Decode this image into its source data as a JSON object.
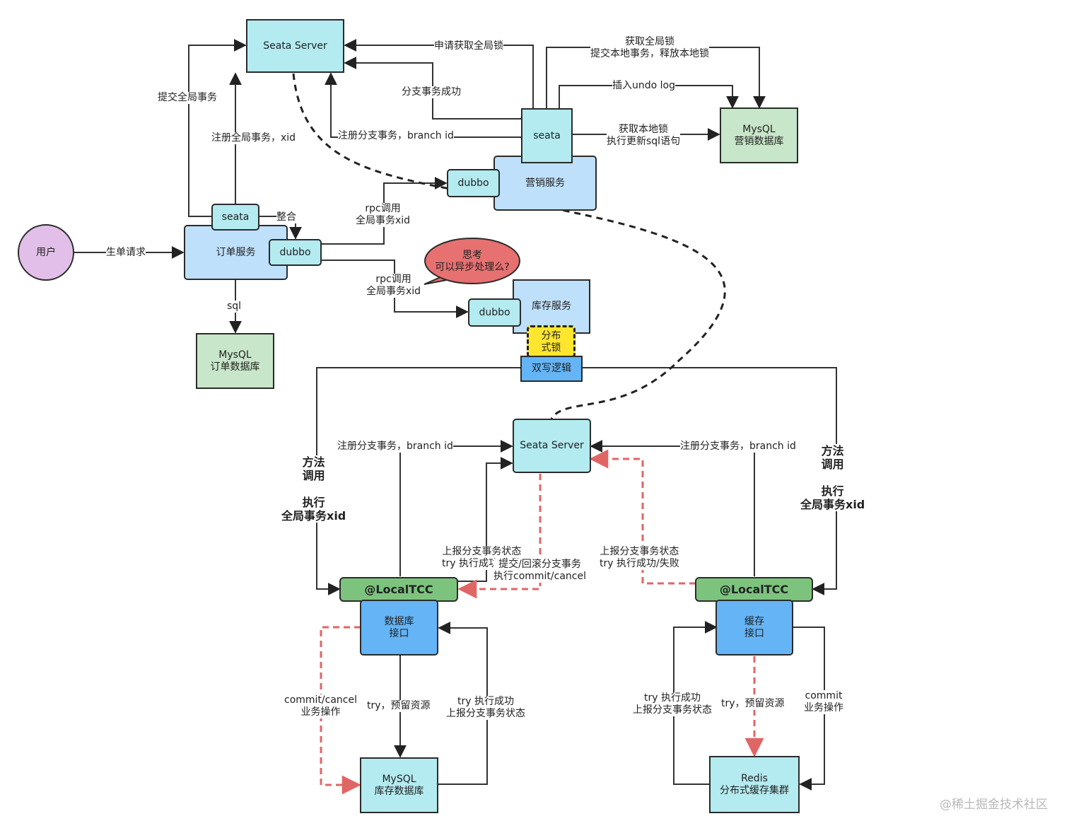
{
  "nodes": {
    "seata_server_top": "Seata Server",
    "seata_top_right": "seata",
    "mysql_marketing": "MysQL\n营销数据库",
    "marketing_service": "营销服务",
    "dubbo_marketing": "dubbo",
    "user": "用户",
    "order_service": "订单服务",
    "seata_order": "seata",
    "dubbo_order": "dubbo",
    "mysql_order": "MysQL\n订单数据库",
    "thinking_bubble": "思考\n可以异步处理么?",
    "inventory_service": "库存服务",
    "dubbo_inventory": "dubbo",
    "distributed_lock": "分布\n式锁",
    "double_write": "双写逻辑",
    "seata_server_bottom": "Seata Server",
    "localtcc_left": "@LocalTCC",
    "localtcc_right": "@LocalTCC",
    "db_interface": "数据库\n接口",
    "cache_interface": "缓存\n接口",
    "mysql_inventory": "MySQL\n库存数据库",
    "redis_cluster": "Redis\n分布式缓存集群"
  },
  "edge_labels": {
    "apply_global_lock": "申请获取全局锁",
    "get_global_lock": "获取全局锁\n提交本地事务，释放本地锁",
    "insert_undo_log": "插入undo log",
    "branch_success": "分支事务成功",
    "register_branch_top": "注册分支事务，branch id",
    "get_local_lock": "获取本地锁\n执行更新sql语句",
    "commit_global": "提交全局事务",
    "register_global": "注册全局事务，xid",
    "integrate": "整合",
    "rpc_marketing": "rpc调用\n全局事务xid",
    "create_order": "生单请求",
    "rpc_inventory": "rpc调用\n全局事务xid",
    "sql": "sql",
    "register_branch_left": "注册分支事务，branch id",
    "register_branch_right": "注册分支事务，branch id",
    "method_call_left": "方法\n调用\n\n执行\n全局事务xid",
    "method_call_right": "方法\n调用\n\n执行\n全局事务xid",
    "report_left": "上报分支事务状态\ntry 执行成功/失败",
    "commit_rollback": "提交/回滚分支事务\n执行commit/cancel",
    "report_right": "上报分支事务状态\ntry 执行成功/失败",
    "commit_cancel_left": "commit/cancel\n业务操作",
    "try_reserve_left": "try，预留资源",
    "try_success_left": "try 执行成功\n上报分支事务状态",
    "try_success_right": "try 执行成功\n上报分支事务状态",
    "try_reserve_right": "try，预留资源",
    "commit_right": "commit\n业务操作"
  },
  "watermark": "@稀土掘金技术社区",
  "colors": {
    "cyan": "#b3ebf0",
    "light_blue": "#bfe0fb",
    "green": "#c8e6c9",
    "blue": "#64b4f6",
    "tcc_green": "#7cc47e",
    "lock_yellow": "#ffe62e",
    "user_purple": "#e2bfe8",
    "bubble_red": "#e77070",
    "dashed_red": "#e06666"
  }
}
